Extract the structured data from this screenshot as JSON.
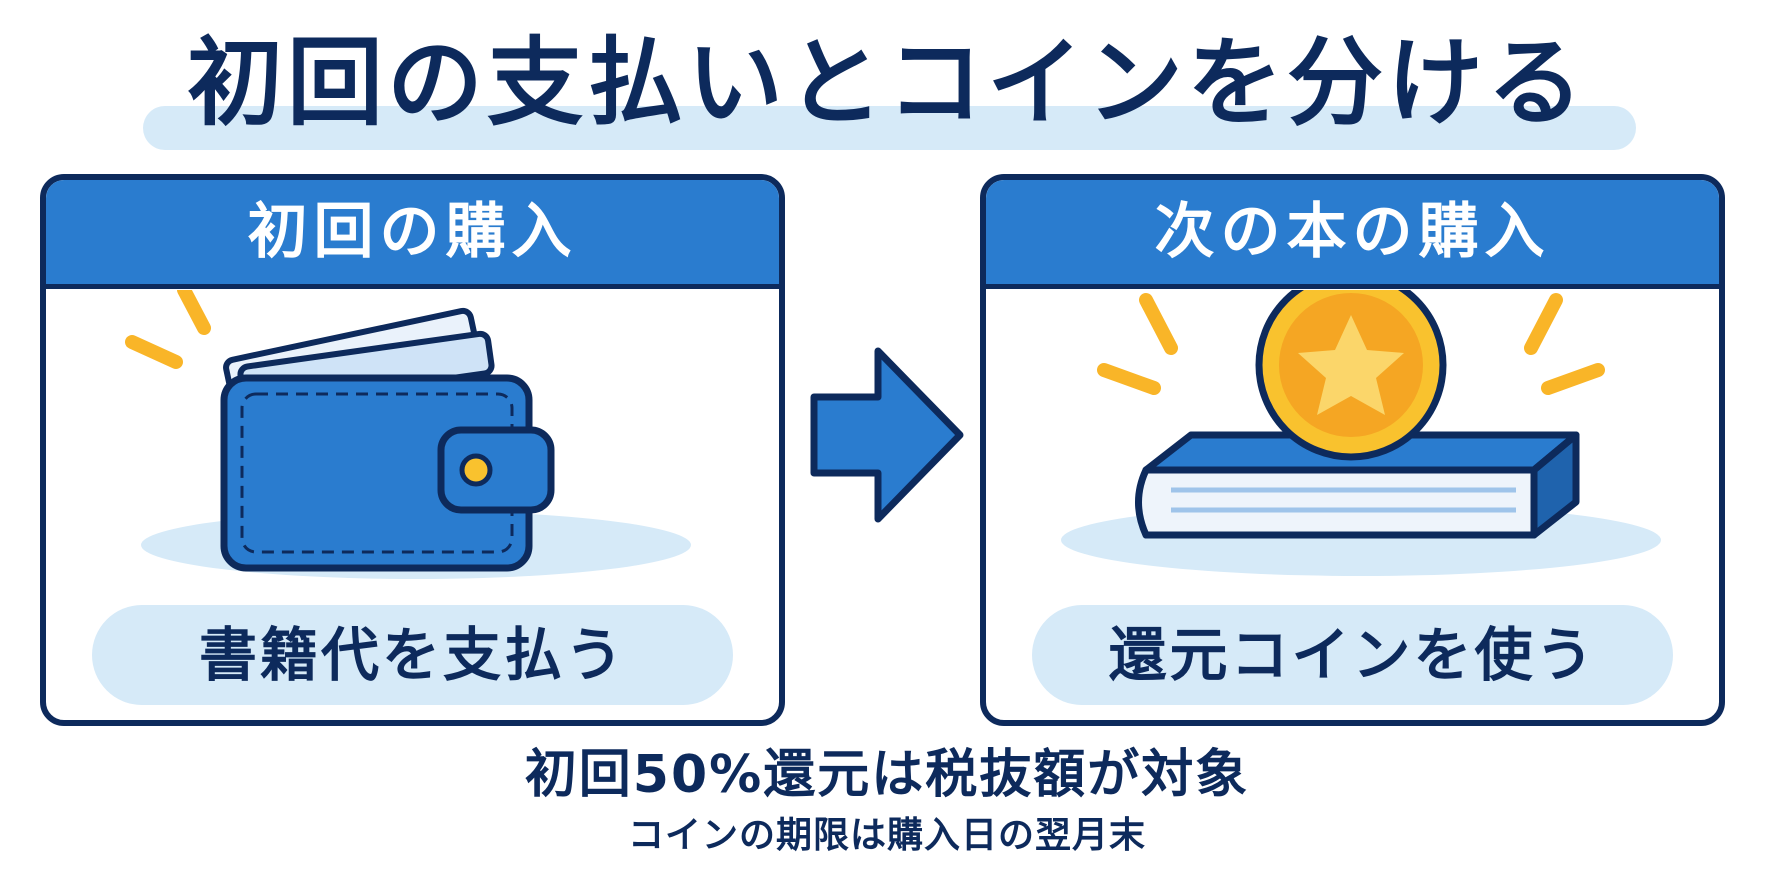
{
  "title": "初回の支払いとコインを分ける",
  "left_panel": {
    "heading": "初回の購入",
    "caption": "書籍代を支払う",
    "icon": "wallet-icon"
  },
  "right_panel": {
    "heading": "次の本の購入",
    "caption": "還元コインを使う",
    "icon": "coin-on-book-icon"
  },
  "arrow_icon": "arrow-right-icon",
  "notes": {
    "main": "初回50%還元は税抜額が対象",
    "sub": "コインの期限は購入日の翌月末"
  },
  "colors": {
    "navy": "#0d2a5c",
    "blue": "#2a7ccf",
    "light_blue": "#d6eaf8",
    "gold": "#f5a623",
    "yellow": "#f9c22e"
  }
}
